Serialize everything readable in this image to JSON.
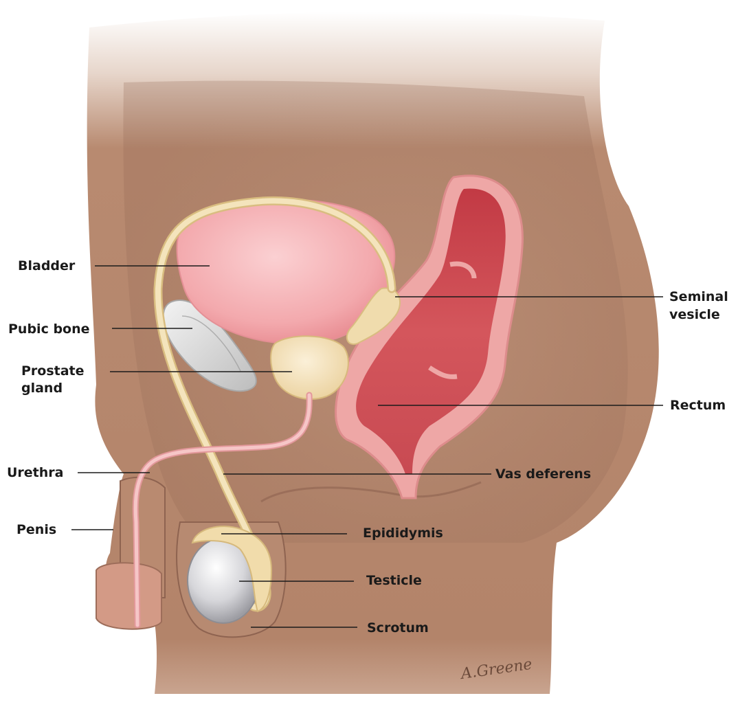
{
  "labels": {
    "bladder": "Bladder",
    "pubic_bone": "Pubic bone",
    "prostate_line1": "Prostate",
    "prostate_line2": "gland",
    "urethra": "Urethra",
    "penis": "Penis",
    "seminal_line1": "Seminal",
    "seminal_line2": "vesicle",
    "rectum": "Rectum",
    "vas_deferens": "Vas deferens",
    "epididymis": "Epididymis",
    "testicle": "Testicle",
    "scrotum": "Scrotum"
  },
  "signature": "A.Greene",
  "colors": {
    "skin": "#b0826a",
    "bladder": "#f2a9ad",
    "rectum_wall": "#eeaaa8",
    "rectum_lumen": "#c9454c",
    "duct": "#f1dfb2",
    "urethra": "#f2b7b9",
    "bone": "#d9d9d9",
    "testicle": "#cfcfd3",
    "leader_line": "#1a1a1a"
  }
}
